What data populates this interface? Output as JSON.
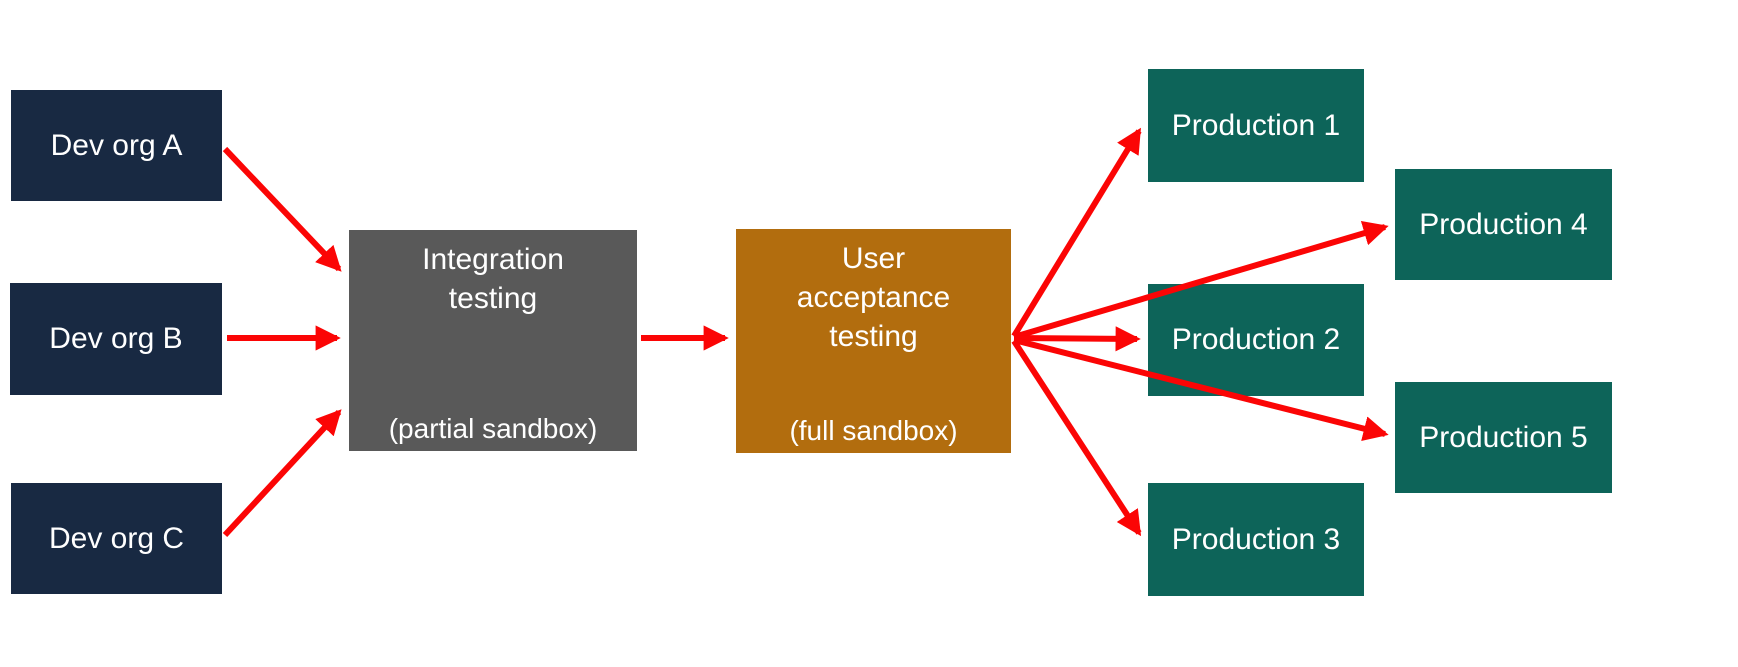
{
  "diagram": {
    "background_color": "#ffffff",
    "arrow_color": "#fb0505",
    "text_color": "#ffffff",
    "node_colors": {
      "dev_org": "#182942",
      "integration": "#595959",
      "user_acceptance": "#b26d0e",
      "production": "#0d6459"
    },
    "nodes": {
      "dev_org_a": {
        "label": "Dev org A",
        "fill": "#182942"
      },
      "dev_org_b": {
        "label": "Dev org B",
        "fill": "#182942"
      },
      "dev_org_c": {
        "label": "Dev org C",
        "fill": "#182942"
      },
      "integration_testing": {
        "title_lines": [
          "Integration",
          "testing"
        ],
        "subtitle": "(partial sandbox)",
        "fill": "#595959"
      },
      "user_acceptance_testing": {
        "title_lines": [
          "User",
          "acceptance",
          "testing"
        ],
        "subtitle": "(full sandbox)",
        "fill": "#b26d0e"
      },
      "production_1": {
        "label": "Production 1",
        "fill": "#0d6459"
      },
      "production_2": {
        "label": "Production 2",
        "fill": "#0d6459"
      },
      "production_3": {
        "label": "Production 3",
        "fill": "#0d6459"
      },
      "production_4": {
        "label": "Production 4",
        "fill": "#0d6459"
      },
      "production_5": {
        "label": "Production 5",
        "fill": "#0d6459"
      }
    },
    "edges": [
      {
        "from": "dev_org_a",
        "to": "integration_testing"
      },
      {
        "from": "dev_org_b",
        "to": "integration_testing"
      },
      {
        "from": "dev_org_c",
        "to": "integration_testing"
      },
      {
        "from": "integration_testing",
        "to": "user_acceptance_testing"
      },
      {
        "from": "user_acceptance_testing",
        "to": "production_1"
      },
      {
        "from": "user_acceptance_testing",
        "to": "production_2"
      },
      {
        "from": "user_acceptance_testing",
        "to": "production_3"
      },
      {
        "from": "user_acceptance_testing",
        "to": "production_4"
      },
      {
        "from": "user_acceptance_testing",
        "to": "production_5"
      }
    ]
  }
}
